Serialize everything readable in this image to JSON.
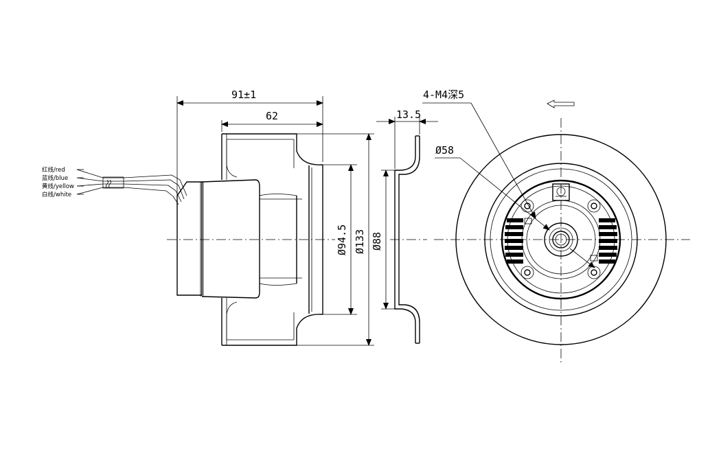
{
  "dimensions": {
    "overall_length": "91±1",
    "impeller_depth": "62",
    "ring_depth": "13.5",
    "inner_diameter": "Ø94.5",
    "outer_diameter": "Ø133",
    "ring_diameter": "Ø88",
    "bolt_circle": "Ø58",
    "mount_holes": "4-M4深5"
  },
  "wires": [
    {
      "label": "红线/red"
    },
    {
      "label": "蓝线/blue"
    },
    {
      "label": "黄线/yellow"
    },
    {
      "label": "白线/white"
    }
  ],
  "colors": {
    "line": "#000000",
    "background": "#ffffff"
  },
  "icons": {
    "rotation": "rotation-direction-arrow-icon"
  }
}
